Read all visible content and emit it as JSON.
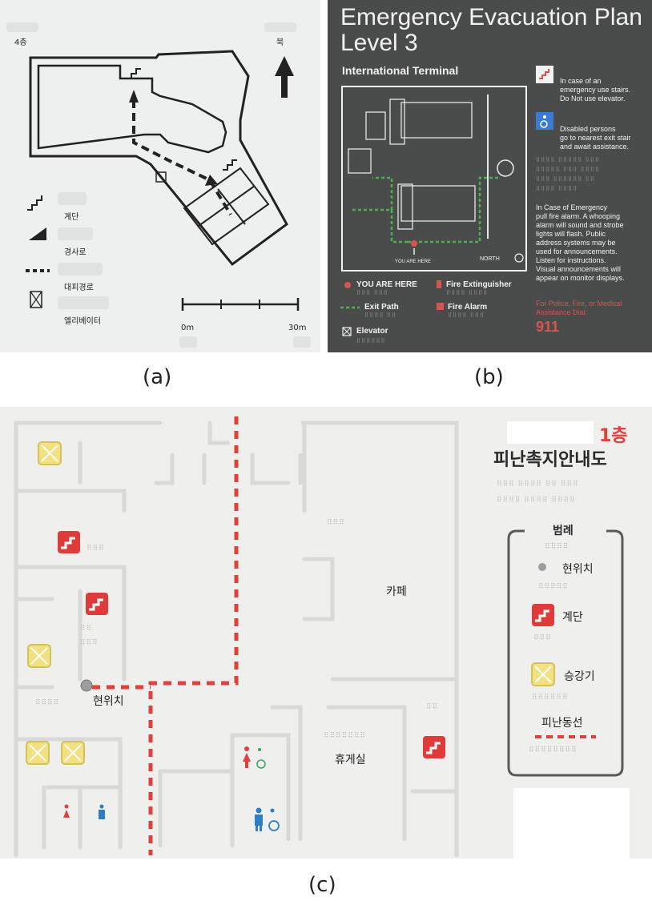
{
  "captions": {
    "a": "(a)",
    "b": "(b)",
    "c": "(c)"
  },
  "panel_a": {
    "floor": "4층",
    "north": "북",
    "legend": {
      "stairs": "계단",
      "ramp": "경사로",
      "path": "대피경로",
      "elevator": "엘리베이터"
    },
    "scale": {
      "start": "0m",
      "end": "30m"
    }
  },
  "panel_b": {
    "title_line1": "Emergency Evacuation Plan",
    "title_line2": "Level 3",
    "subtitle": "International Terminal",
    "stairs_note_1": "In case of an",
    "stairs_note_2": "emergency use stairs.",
    "stairs_note_3": "Do Not use elevator.",
    "disabled_note_1": "Disabled persons",
    "disabled_note_2": "go to nearest exit stair",
    "disabled_note_3": "and await assistance.",
    "emergency_1": "In Case of Emergency",
    "emergency_2": "pull fire alarm. A whooping",
    "emergency_3": "alarm will sound and strobe",
    "emergency_4": "lights will flash. Public",
    "emergency_5": "address systems may be",
    "emergency_6": "used for announcements.",
    "emergency_7": "Listen for instructions.",
    "emergency_8": "Visual announcements will",
    "emergency_9": "appear on monitor displays.",
    "police_1": "For Police, Fire, or Medical",
    "police_2": "Assistance Dial:",
    "phone": "911",
    "you_are_here_map": "YOU ARE HERE",
    "north_label": "NORTH",
    "legend": {
      "you_are_here": "YOU ARE HERE",
      "fire_extinguisher": "Fire Extinguisher",
      "exit_path": "Exit Path",
      "fire_alarm": "Fire Alarm",
      "elevator": "Elevator"
    }
  },
  "panel_c": {
    "floor": "1층",
    "title": "피난촉지안내도",
    "legend_title": "범례",
    "legend": {
      "location": "현위치",
      "stairs": "계단",
      "elevator": "승강기",
      "route": "피난동선"
    },
    "rooms": {
      "cafe": "카페",
      "lounge": "휴게실",
      "current": "현위치"
    }
  },
  "colors": {
    "panel_b_bg": "#4a4b4b",
    "exit_path": "#4caf50",
    "alarm_red": "#d9534f",
    "route_red": "#e0413a"
  }
}
